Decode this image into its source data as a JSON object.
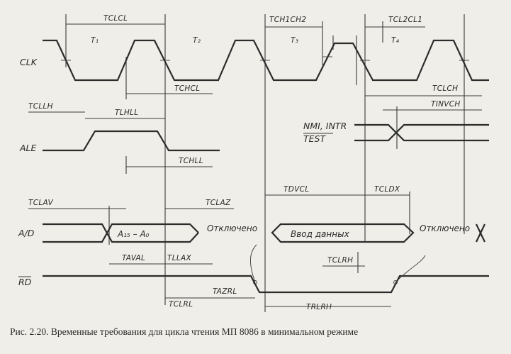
{
  "signals": {
    "clk": "CLK",
    "ale": "ALE",
    "ad": "A/D",
    "rd": "RD",
    "nmi": "NMI, INTR",
    "test": "TEST"
  },
  "periods": [
    "T₁",
    "T₂",
    "T₃",
    "T₄"
  ],
  "params": {
    "tclcl": "TCLCL",
    "tch1ch2": "TCH1CH2",
    "tcl2cl1": "TCL2CL1",
    "tchcl": "TCHCL",
    "tclch": "TCLCH",
    "tinvch": "TINVCH",
    "tcllh": "TCLLH",
    "tlhll": "TLHLL",
    "tchll": "TCHLL",
    "tclav": "TCLAV",
    "tclaz": "TCLAZ",
    "tdvcl": "TDVCL",
    "tcldx": "TCLDX",
    "taval": "TAVAL",
    "tllax": "TLLAX",
    "tclrh": "TCLRH",
    "tazrl": "TAZRL",
    "tclrl": "TCLRL",
    "trlrh": "TRLRH"
  },
  "bus": {
    "address": "A₁₅ – A₀",
    "off1": "Отключено",
    "data_in": "Ввод данных",
    "off2": "Отключено"
  },
  "caption": {
    "prefix": "Рис. 2.20.",
    "text": "Временные требования для цикла чтения МП 8086 в минимальном режиме"
  }
}
